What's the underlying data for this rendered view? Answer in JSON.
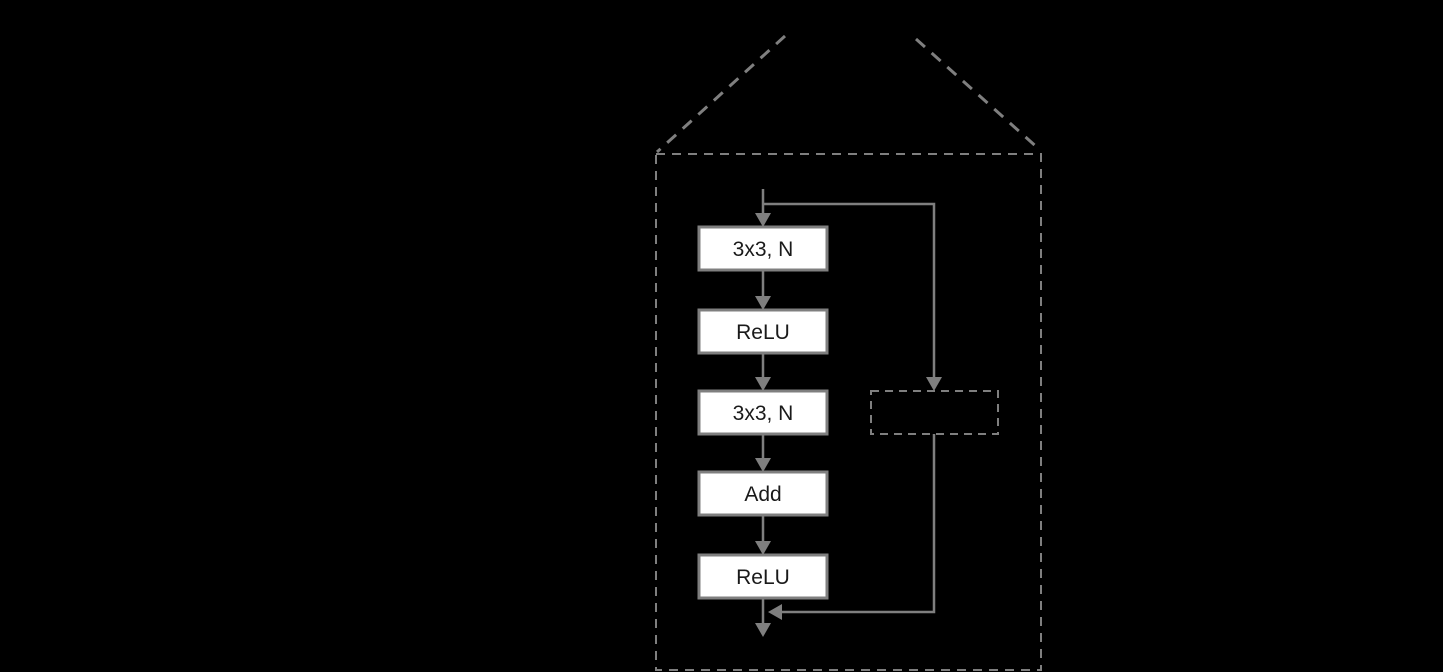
{
  "colors": {
    "background": "#000000",
    "line": "#7F7F7F",
    "box_fill": "#FFFFFF",
    "box_border": "#7F7F7F",
    "label_text": "#1A1A1A"
  },
  "diagram": {
    "type": "flow",
    "nodes": [
      {
        "id": "conv1",
        "label": "3x3, N"
      },
      {
        "id": "relu1",
        "label": "ReLU"
      },
      {
        "id": "conv2",
        "label": "3x3, N"
      },
      {
        "id": "add",
        "label": "Add"
      },
      {
        "id": "relu2",
        "label": "ReLU"
      },
      {
        "id": "skip_projection",
        "label": ""
      }
    ]
  }
}
